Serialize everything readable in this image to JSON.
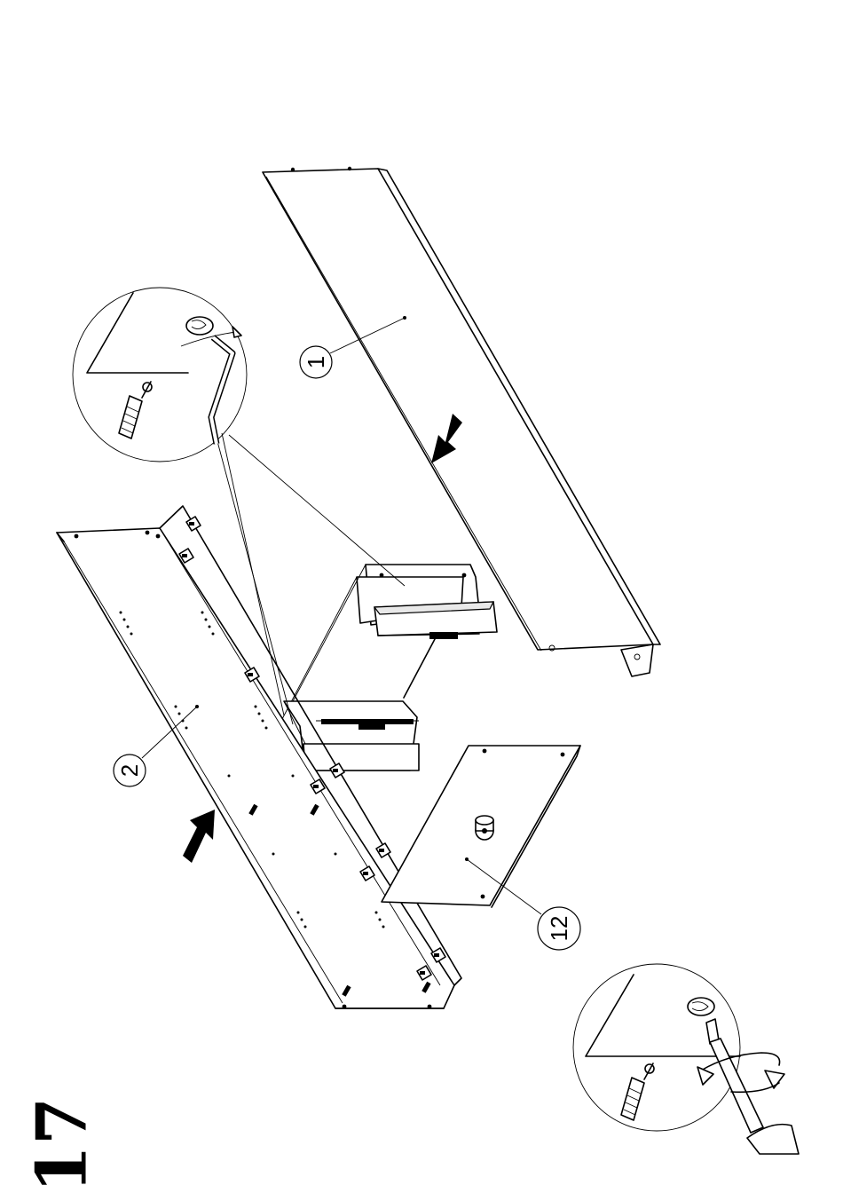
{
  "step": {
    "number": "17"
  },
  "parts": [
    {
      "id": "1",
      "label": "1"
    },
    {
      "id": "2",
      "label": "2"
    },
    {
      "id": "12",
      "label": "12"
    }
  ],
  "insets": [
    {
      "name": "hex-key-detail",
      "tool": "hex-key-icon"
    },
    {
      "name": "screwdriver-detail",
      "tool": "screwdriver-icon"
    }
  ],
  "icons": [
    "arrow-icon",
    "hex-key-icon",
    "screwdriver-icon",
    "cam-lock-icon",
    "dowel-icon"
  ]
}
